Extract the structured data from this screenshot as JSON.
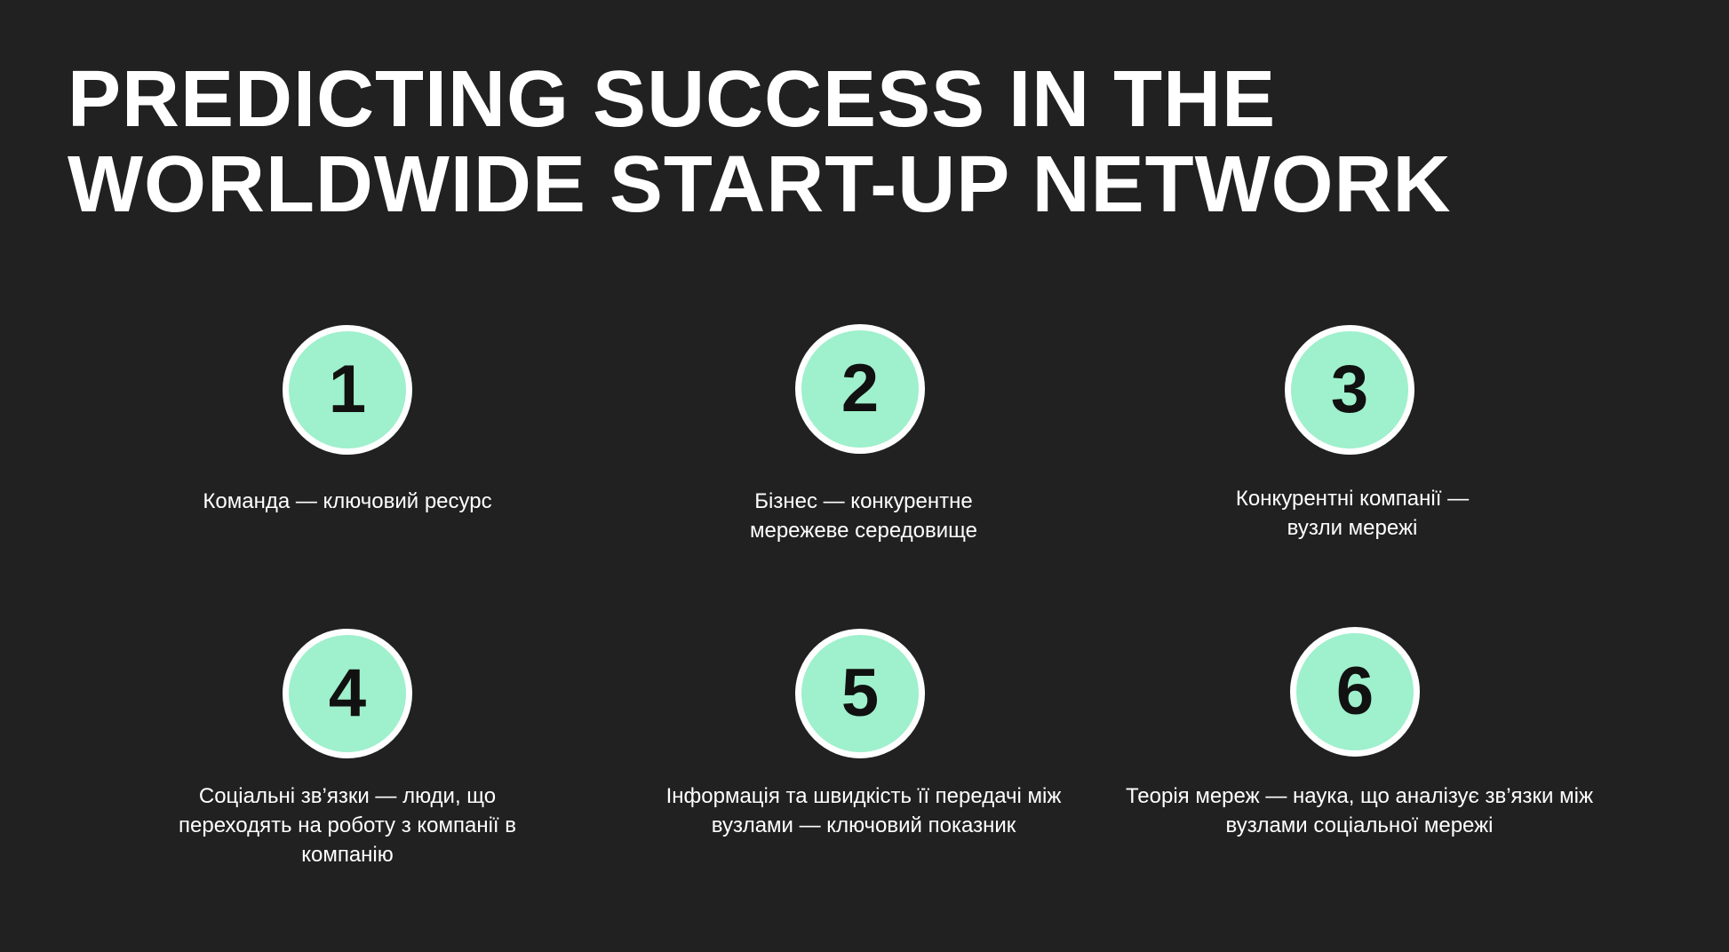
{
  "slide": {
    "title_line1": "PREDICTING SUCCESS IN THE",
    "title_line2": "WORLDWIDE START-UP NETWORK",
    "badge_fill_color": "#9ff0cc",
    "badge_border_color": "#ffffff",
    "background_color": "#212121"
  },
  "items": [
    {
      "number": "1",
      "text": "Команда — ключовий ресурс"
    },
    {
      "number": "2",
      "text": "Бізнес — конкурентне мережеве середовище"
    },
    {
      "number": "3",
      "text": "Конкурентні компанії — вузли мережі"
    },
    {
      "number": "4",
      "text": "Соціальні зв’язки — люди, що переходять на роботу з компанії в компанію"
    },
    {
      "number": "5",
      "text": "Інформація та швидкість її передачі між вузлами — ключовий показник"
    },
    {
      "number": "6",
      "text": "Теорія мереж — наука, що аналізує зв’язки між вузлами соціальної мережі"
    }
  ]
}
